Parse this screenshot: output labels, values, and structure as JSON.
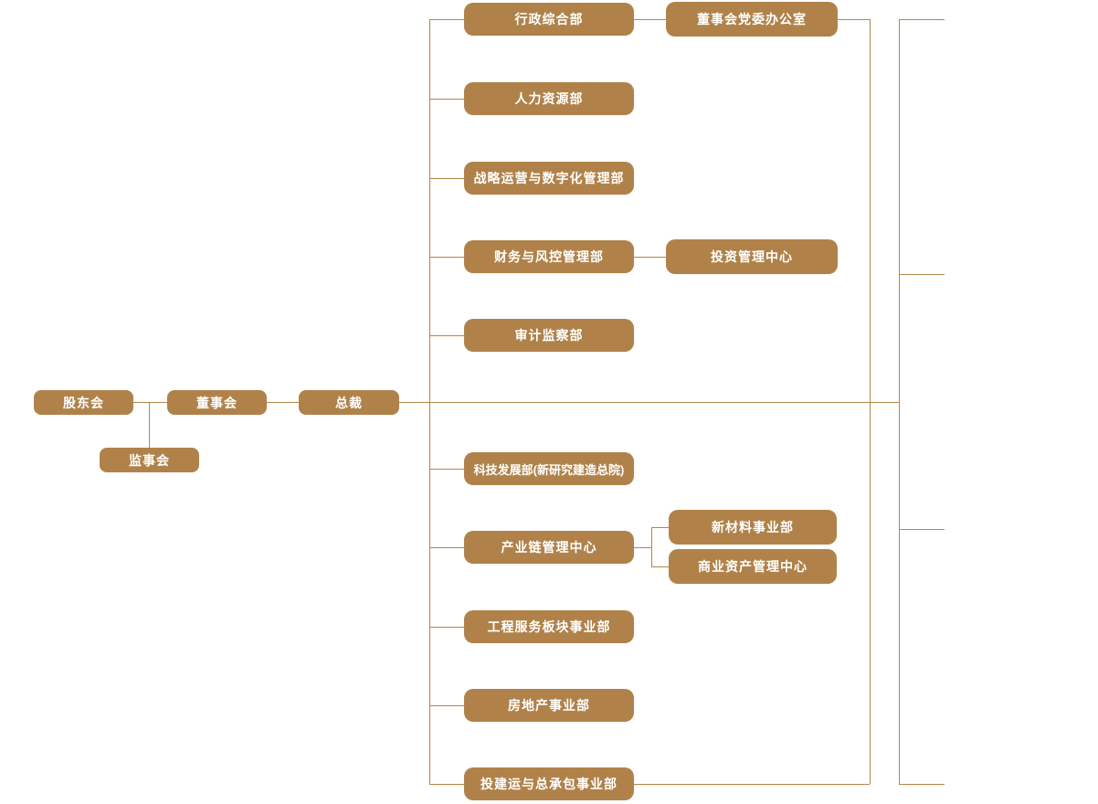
{
  "diagram": {
    "type": "org-chart",
    "title": ""
  },
  "colors": {
    "node_fill": "#b0824a",
    "connector_line": "#b5854a",
    "node_text": "#ffffff",
    "background": "#ffffff"
  },
  "nodes": {
    "shareholders": {
      "label": "股东会"
    },
    "board": {
      "label": "董事会"
    },
    "supervisory": {
      "label": "监事会"
    },
    "president": {
      "label": "总裁"
    },
    "admin": {
      "label": "行政综合部"
    },
    "hr": {
      "label": "人力资源部"
    },
    "strategy": {
      "label": "战略运营与数字化管理部"
    },
    "finance": {
      "label": "财务与风控管理部"
    },
    "audit": {
      "label": "审计监察部"
    },
    "tech": {
      "label": "科技发展部(新研究建造总院)"
    },
    "industry_chain": {
      "label": "产业链管理中心"
    },
    "engineering": {
      "label": "工程服务板块事业部"
    },
    "real_estate": {
      "label": "房地产事业部"
    },
    "epc": {
      "label": "投建运与总承包事业部"
    },
    "party_office": {
      "label": "董事会党委办公室"
    },
    "investment": {
      "label": "投资管理中心"
    },
    "new_materials": {
      "label": "新材料事业部"
    },
    "commercial_assets": {
      "label": "商业资产管理中心"
    }
  },
  "relations": [
    {
      "from": "股东会",
      "to": [
        "董事会",
        "监事会"
      ]
    },
    {
      "from": "董事会",
      "to": [
        "总裁"
      ]
    },
    {
      "from": "总裁",
      "to": [
        "行政综合部",
        "人力资源部",
        "战略运营与数字化管理部",
        "财务与风控管理部",
        "审计监察部",
        "科技发展部(新研究建造总院)",
        "产业链管理中心",
        "工程服务板块事业部",
        "房地产事业部",
        "投建运与总承包事业部"
      ]
    },
    {
      "from": "行政综合部",
      "to": [
        "董事会党委办公室"
      ]
    },
    {
      "from": "财务与风控管理部",
      "to": [
        "投资管理中心"
      ]
    },
    {
      "from": "产业链管理中心",
      "to": [
        "新材料事业部",
        "商业资产管理中心"
      ]
    }
  ]
}
